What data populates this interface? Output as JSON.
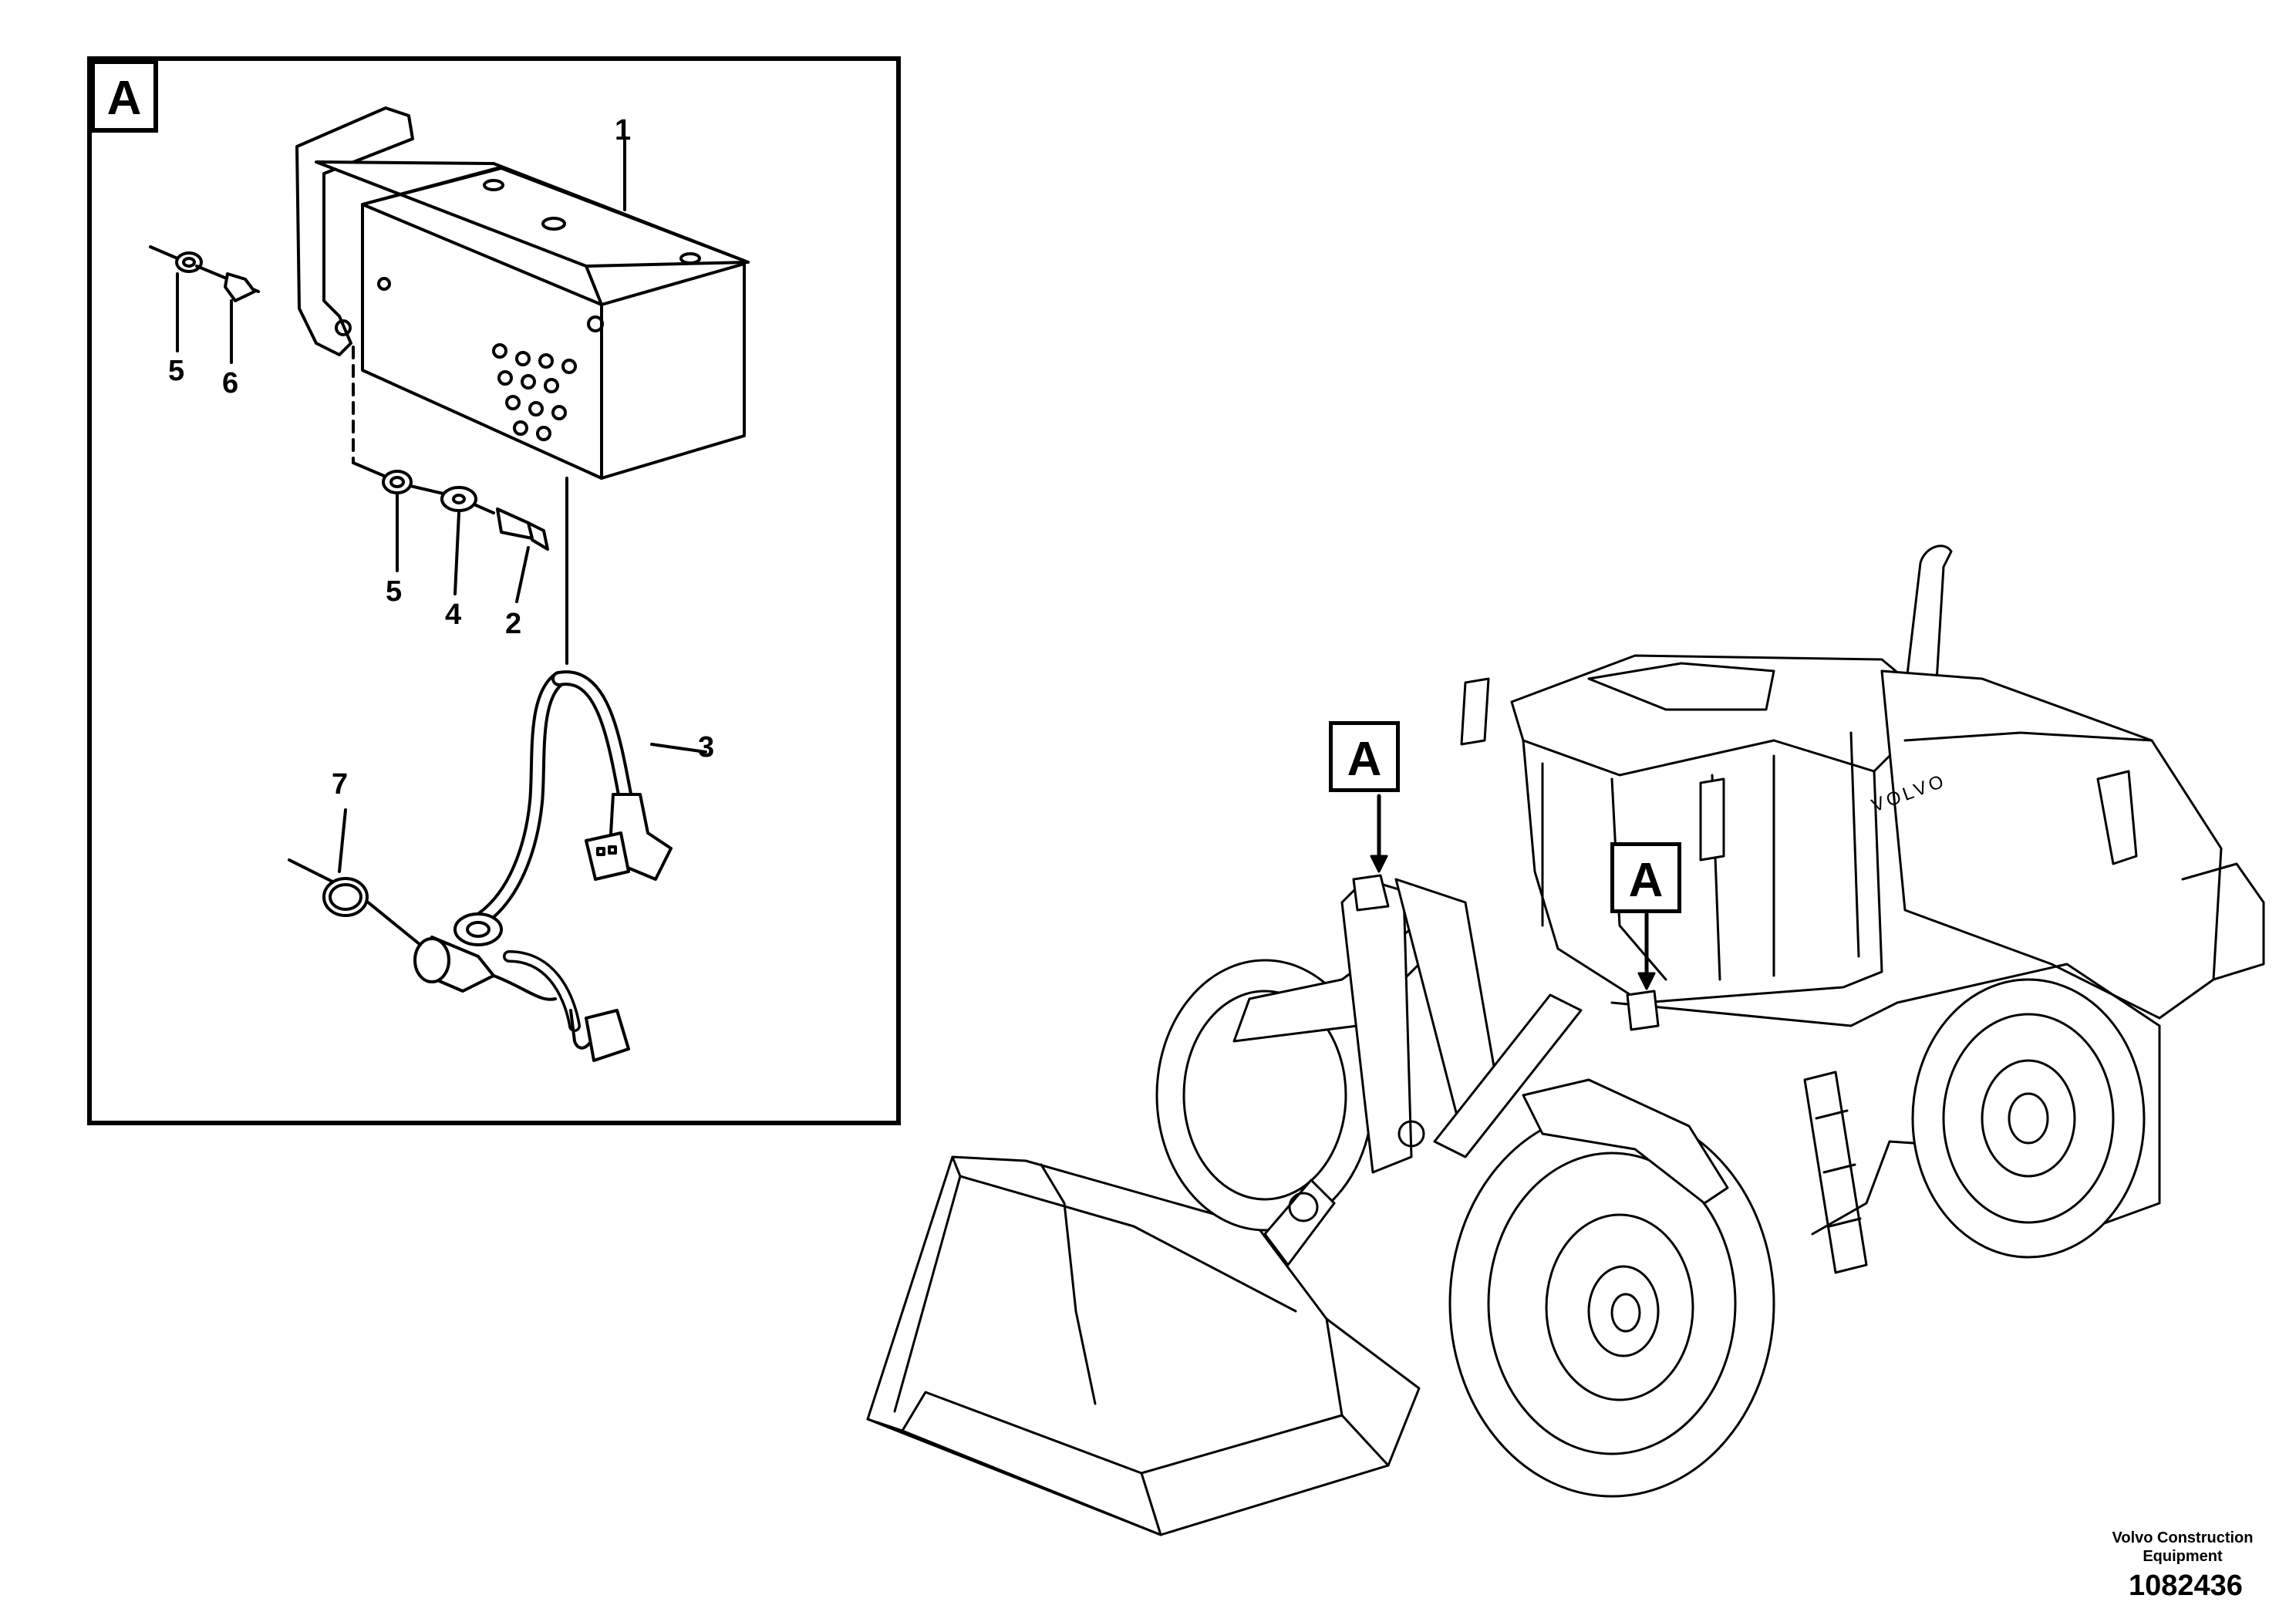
{
  "detail": {
    "tag": "A",
    "callouts": {
      "c1": "1",
      "c2": "2",
      "c3": "3",
      "c4": "4",
      "c5a": "5",
      "c5b": "5",
      "c6": "6",
      "c7": "7"
    }
  },
  "machine": {
    "tag_left": "A",
    "tag_right": "A",
    "brand_on_body": "VOLVO"
  },
  "footer": {
    "brand_line1": "Volvo Construction",
    "brand_line2": "Equipment",
    "doc_number": "1082436"
  },
  "colors": {
    "line": "#000000",
    "background": "#ffffff"
  }
}
